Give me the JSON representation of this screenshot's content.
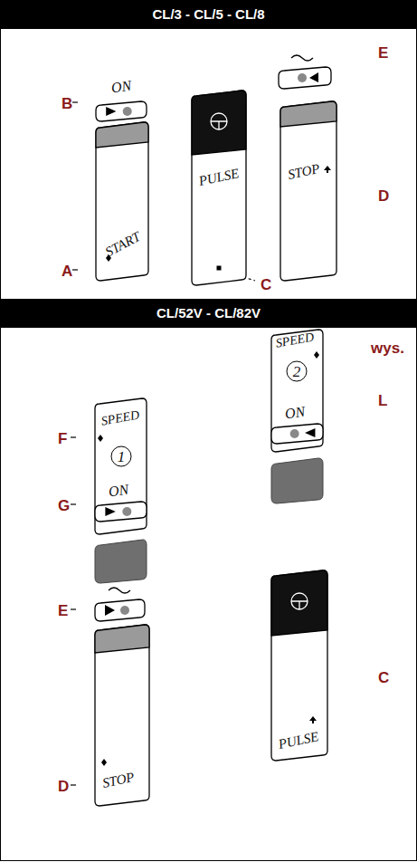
{
  "diagram": {
    "nodes": [
      {
        "text": [
          "CL/3 - CL/5 - CL/8"
        ]
      },
      {
        "text": [
          "ON"
        ]
      },
      {
        "text": [
          "START"
        ]
      },
      {
        "text": [
          "PULSE"
        ]
      },
      {
        "text": [
          "STOP"
        ]
      },
      {
        "text": [
          "CL/52V - CL/82V"
        ]
      },
      {
        "text": [
          "SPEED",
          "1"
        ]
      },
      {
        "text": [
          "ON"
        ],
        "in": 6
      },
      {
        "text": [
          "SPEED",
          "2"
        ]
      },
      {
        "text": [
          "ON"
        ],
        "in": 8
      },
      {
        "text": [
          "STOP"
        ]
      },
      {
        "text": [
          "PULSE"
        ]
      }
    ],
    "labels": [
      "B",
      "A",
      "C",
      "E",
      "D",
      "F",
      "G",
      "wys.",
      "L",
      "E",
      "D",
      "C"
    ]
  }
}
